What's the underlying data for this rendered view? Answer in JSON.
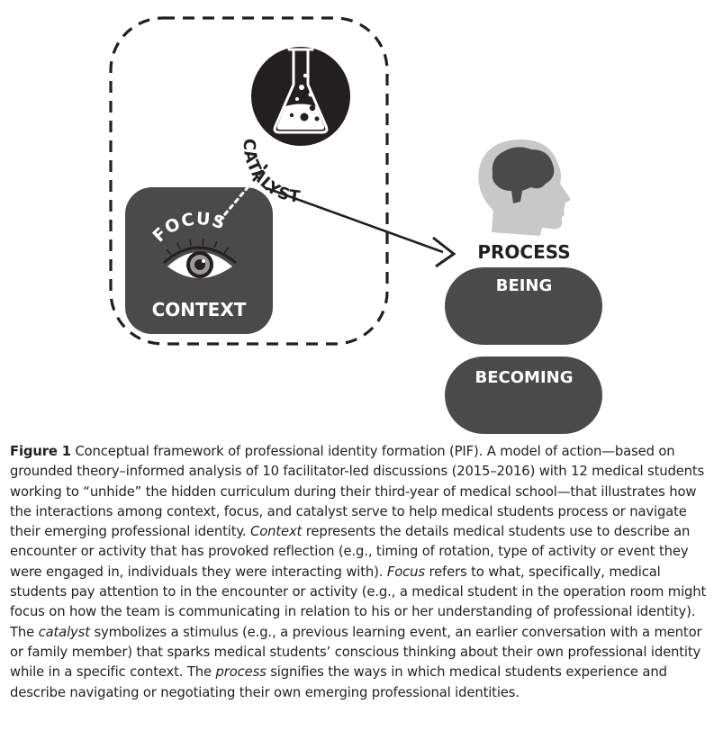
{
  "diagram": {
    "catalyst_label": "CATALYST",
    "focus_label": "FOCUS",
    "context_label": "CONTEXT",
    "process_label": "PROCESS",
    "being_label": "BEING",
    "becoming_label": "BECOMING",
    "colors": {
      "dark_fill": "#4a4a4a",
      "catalyst_circle": "#231f20",
      "head_gray": "#c8c8c8",
      "brain_dark": "#4a4a4a",
      "line": "#231f20"
    },
    "icons": [
      "flask-icon",
      "eye-icon",
      "head-icon",
      "brain-icon",
      "arrow-icon"
    ]
  },
  "caption": {
    "label": "Figure 1",
    "segments": [
      {
        "t": "Conceptual framework of professional identity formation (PIF). A model of action—based on grounded theory–informed analysis of 10 facilitator-led discussions (2015–2016) with 12 medical students working to “unhide” the hidden curriculum during their third-year of medical school—that illustrates how the interactions among context, focus, and catalyst serve to help medical students process or navigate their emerging professional identity. ",
        "i": false
      },
      {
        "t": "Context",
        "i": true
      },
      {
        "t": " represents the details medical students use to describe an encounter or activity that has provoked reflection (e.g., timing of rotation, type of activity or event they were engaged in, individuals they were interacting with). ",
        "i": false
      },
      {
        "t": "Focus",
        "i": true
      },
      {
        "t": " refers to what, specifically, medical students pay attention to in the encounter or activity (e.g., a medical student in the operation room might focus on how the team is communicating in relation to his or her understanding of professional identity). The ",
        "i": false
      },
      {
        "t": "catalyst",
        "i": true
      },
      {
        "t": " symbolizes a stimulus (e.g., a previous learning event, an earlier conversation with a mentor or family member) that sparks medical students’ conscious thinking about their own professional identity while in a specific context. The ",
        "i": false
      },
      {
        "t": "process",
        "i": true
      },
      {
        "t": " signifies the ways in which medical students experience and describe navigating or negotiating their own emerging professional identities.",
        "i": false
      }
    ]
  }
}
